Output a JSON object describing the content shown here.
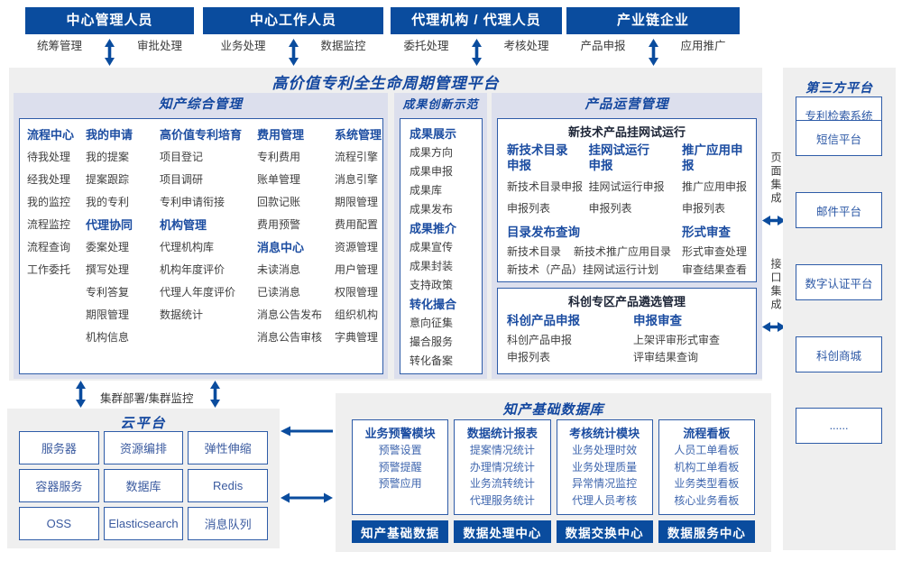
{
  "colors": {
    "primary_dark_blue": "#0a4c9e",
    "title_blue": "#13479f",
    "subhead_blue": "#1c4da1",
    "border_blue": "#2e5ca8",
    "panel_lavender": "#dcdfed",
    "panel_gray": "#efefef",
    "item_text": "#3f3f3f",
    "db_item_text": "#3f66ae"
  },
  "top_groups": [
    {
      "title": "中心管理人员",
      "left": "统筹管理",
      "right": "审批处理"
    },
    {
      "title": "中心工作人员",
      "left": "业务处理",
      "right": "数据监控"
    },
    {
      "title": "代理机构 / 代理人员",
      "left": "委托处理",
      "right": "考核处理"
    },
    {
      "title": "产业链企业",
      "left": "产品申报",
      "right": "应用推广"
    }
  ],
  "platform_title": "高价值专利全生命周期管理平台",
  "sections": {
    "zhichan": {
      "title": "知产综合管理",
      "cols": [
        [
          [
            "h",
            "流程中心"
          ],
          "待我处理",
          "经我处理",
          "我的监控",
          "流程监控",
          "流程查询",
          "工作委托"
        ],
        [
          [
            "h",
            "我的申请"
          ],
          "我的提案",
          "提案跟踪",
          "我的专利",
          [
            "h",
            "代理协同"
          ],
          "委案处理",
          "撰写处理",
          "专利答复",
          "期限管理",
          "机构信息"
        ],
        [
          [
            "h",
            "高价值专利培育"
          ],
          "项目登记",
          "项目调研",
          "专利申请衔接",
          [
            "h",
            "机构管理"
          ],
          "代理机构库",
          "机构年度评价",
          "代理人年度评价",
          "数据统计"
        ],
        [
          [
            "h",
            "费用管理"
          ],
          "专利费用",
          "账单管理",
          "回款记账",
          "费用预警",
          [
            "h",
            "消息中心"
          ],
          "未读消息",
          "已读消息",
          "消息公告发布",
          "消息公告审核"
        ],
        [
          [
            "h",
            "系统管理"
          ],
          "流程引擎",
          "消息引擎",
          "期限管理",
          "费用配置",
          "资源管理",
          "用户管理",
          "权限管理",
          "组织机构",
          "字典管理"
        ]
      ]
    },
    "chengguo": {
      "title": "成果创新示范",
      "entries": [
        [
          "h",
          "成果展示"
        ],
        "成果方向",
        "成果申报",
        "成果库",
        "成果发布",
        [
          "h",
          "成果推介"
        ],
        "成果宣传",
        "成果封装",
        "支持政策",
        [
          "h",
          "转化撮合"
        ],
        "意向征集",
        "撮合服务",
        "转化备案"
      ]
    },
    "chanpin": {
      "title": "产品运营管理",
      "box1": {
        "title": "新技术产品挂网试运行",
        "cols": [
          {
            "header": "新技术目录\n申报",
            "items": [
              "新技术目录申报",
              "申报列表"
            ]
          },
          {
            "header": "挂网试运行\n申报",
            "items": [
              "挂网试运行申报",
              "申报列表"
            ]
          },
          {
            "header": "推广应用申报",
            "items": [
              "推广应用申报",
              "申报列表"
            ]
          }
        ],
        "row2": [
          {
            "header": "目录发布查询",
            "entries": [
              [
                "r",
                [
                  "新技术目录",
                  "新技术推广应用目录"
                ]
              ],
              "新技术（产品）挂网试运行计划"
            ]
          },
          {
            "header": "形式审查",
            "entries": [
              "形式审查处理",
              "审查结果查看"
            ]
          }
        ]
      },
      "box2": {
        "title": "科创专区产品遴选管理",
        "cols": [
          {
            "header": "科创产品申报",
            "entries": [
              "科创产品申报",
              "申报列表"
            ]
          },
          {
            "header": "申报审查",
            "entries": [
              "上架评审形式审查",
              "评审结果查询"
            ]
          }
        ]
      }
    }
  },
  "integration": {
    "page_label": "页面集成",
    "api_label": "接口集成"
  },
  "third_party": {
    "title": "第三方平台",
    "boxes": [
      "专利检索系统",
      "短信平台",
      "邮件平台",
      "数字认证平台",
      "科创商城",
      "......"
    ]
  },
  "cluster_label": "集群部署/集群监控",
  "cloud": {
    "title": "云平台",
    "boxes": [
      "服务器",
      "资源编排",
      "弹性伸缩",
      "容器服务",
      "数据库",
      "Redis",
      "OSS",
      "Elasticsearch",
      "消息队列"
    ]
  },
  "database": {
    "title": "知产基础数据库",
    "modules": [
      {
        "header": "业务预警模块",
        "items": [
          "预警设置",
          "预警提醒",
          "预警应用"
        ]
      },
      {
        "header": "数据统计报表",
        "items": [
          "提案情况统计",
          "办理情况统计",
          "业务流转统计",
          "代理服务统计"
        ]
      },
      {
        "header": "考核统计模块",
        "items": [
          "业务处理时效",
          "业务处理质量",
          "异常情况监控",
          "代理人员考核"
        ]
      },
      {
        "header": "流程看板",
        "items": [
          "人员工单看板",
          "机构工单看板",
          "业务类型看板",
          "核心业务看板"
        ]
      }
    ],
    "bottom": [
      "知产基础数据",
      "数据处理中心",
      "数据交换中心",
      "数据服务中心"
    ]
  }
}
